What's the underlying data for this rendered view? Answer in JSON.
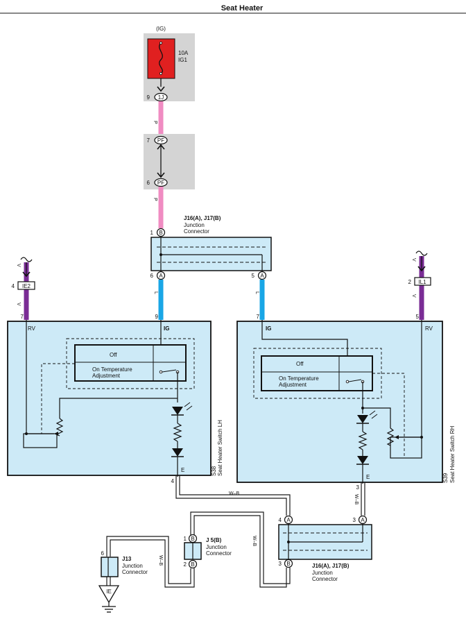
{
  "title": "Seat Heater",
  "fuse": {
    "supply": "(IG)",
    "rating": "10A",
    "name": "IG1",
    "color": "#e02020"
  },
  "connectors": {
    "c1J": {
      "id": "1J",
      "pin": "9"
    },
    "pf_top": {
      "id": "PF",
      "pin": "7"
    },
    "pf_bottom": {
      "id": "PF",
      "pin": "6"
    },
    "ie2": {
      "id": "IE2",
      "pin": "4"
    },
    "il1": {
      "id": "IL1",
      "pin": "2"
    }
  },
  "junction_top": {
    "name": "J16(A), J17(B)",
    "desc1": "Junction",
    "desc2": "Connector",
    "pin_b": "1",
    "b_letter": "B",
    "pin_a_left": "6",
    "a_left": "A",
    "pin_a_right": "5",
    "a_right": "A"
  },
  "junction_bottom": {
    "name": "J16(A), J17(B)",
    "desc1": "Junction",
    "desc2": "Connector",
    "pin_a_left": "4",
    "a_left": "A",
    "pin_a_right": "3",
    "a_right": "A",
    "pin_b": "3",
    "b_letter": "B"
  },
  "j5": {
    "name": "J 5(B)",
    "desc1": "Junction",
    "desc2": "Connector",
    "pin_top": "1",
    "pin_bottom": "2",
    "letter": "B"
  },
  "j13": {
    "name": "J13",
    "desc1": "Junction",
    "desc2": "Connector",
    "pin": "6"
  },
  "ground": {
    "label": "IE"
  },
  "switch_lh": {
    "code": "S38",
    "name": "Seat Heater Switch LH",
    "rv_label": "RV",
    "ig_label": "IG",
    "e_label": "E",
    "pin_rv": "7",
    "pin_ig": "9",
    "pin_e": "4",
    "off_label": "Off",
    "on_label_1": "On Temperature",
    "on_label_2": "Adjustment"
  },
  "switch_rh": {
    "code": "S39",
    "name": "Seat Heater Switch RH",
    "rv_label": "RV",
    "ig_label": "IG",
    "e_label": "E",
    "pin_rv": "5",
    "pin_ig": "7",
    "pin_e": "3",
    "off_label": "Off",
    "on_label_1": "On Temperature",
    "on_label_2": "Adjustment"
  },
  "wire_codes": {
    "p_upper": "P",
    "p_lower": "P",
    "l_left": "L",
    "l_right": "L",
    "v_left_top": "V",
    "v_left_bottom": "V",
    "v_right_top": "V",
    "v_right_bottom": "V",
    "wb_horizontal": "W–B",
    "wb_right": "W–B",
    "wb_middle": "W–B",
    "wb_left": "W–B"
  },
  "colors": {
    "module_fill": "#cdeaf7",
    "gray_area": "#d4d4d4",
    "wire_pink": "#f08cc2",
    "wire_blue": "#19a6e6",
    "wire_violet": "#7a2c95",
    "wire_line": "#1a1a1a"
  }
}
